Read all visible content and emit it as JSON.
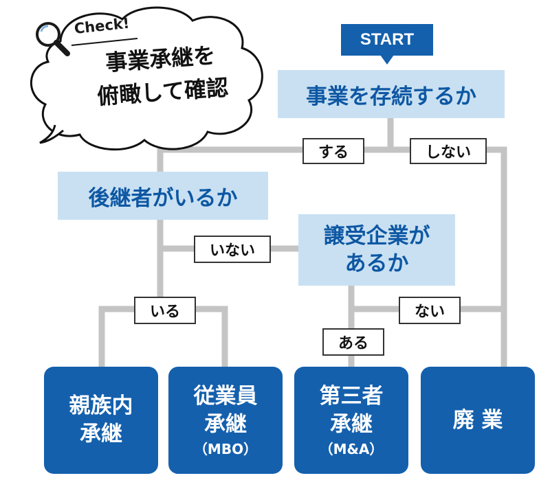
{
  "check": {
    "tag": "Check!",
    "title": "事業承継を\n俯瞰して確認"
  },
  "start_label": "START",
  "questions": {
    "q1": "事業を存続するか",
    "q2": "後継者がいるか",
    "q3": "譲受企業が\nあるか"
  },
  "edge_labels": {
    "suru": "する",
    "shinai": "しない",
    "inai": "いない",
    "iru": "いる",
    "nai": "ない",
    "aru": "ある"
  },
  "outcomes": [
    {
      "main": "親族内\n承継",
      "sub": ""
    },
    {
      "main": "従業員\n承継",
      "sub": "（MBO）"
    },
    {
      "main": "第三者\n承継",
      "sub": "（M&A）"
    },
    {
      "main": "廃 業",
      "sub": ""
    }
  ],
  "colors": {
    "primary": "#1460ad",
    "question_bg": "#c9e0f2",
    "connector": "#c4c4c4"
  },
  "icons": {
    "check": "magnifier-icon"
  }
}
